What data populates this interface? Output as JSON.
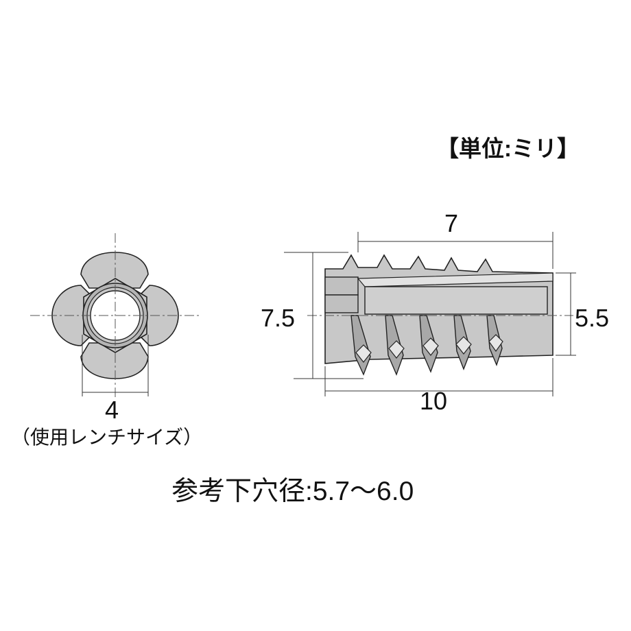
{
  "unit_label": "【単位:ミリ】",
  "dimensions": {
    "thread_length": "7",
    "flange_diameter": "7.5",
    "body_diameter": "5.5",
    "total_length": "10"
  },
  "wrench": {
    "size": "4",
    "note": "（使用レンチサイズ）"
  },
  "pilot_hole_text": "参考下穴径:5.7〜6.0",
  "colors": {
    "part_fill": "#c8c8c8",
    "part_fill_dark": "#a8a8a8",
    "outline": "#222222",
    "line": "#333333",
    "background": "#ffffff"
  }
}
